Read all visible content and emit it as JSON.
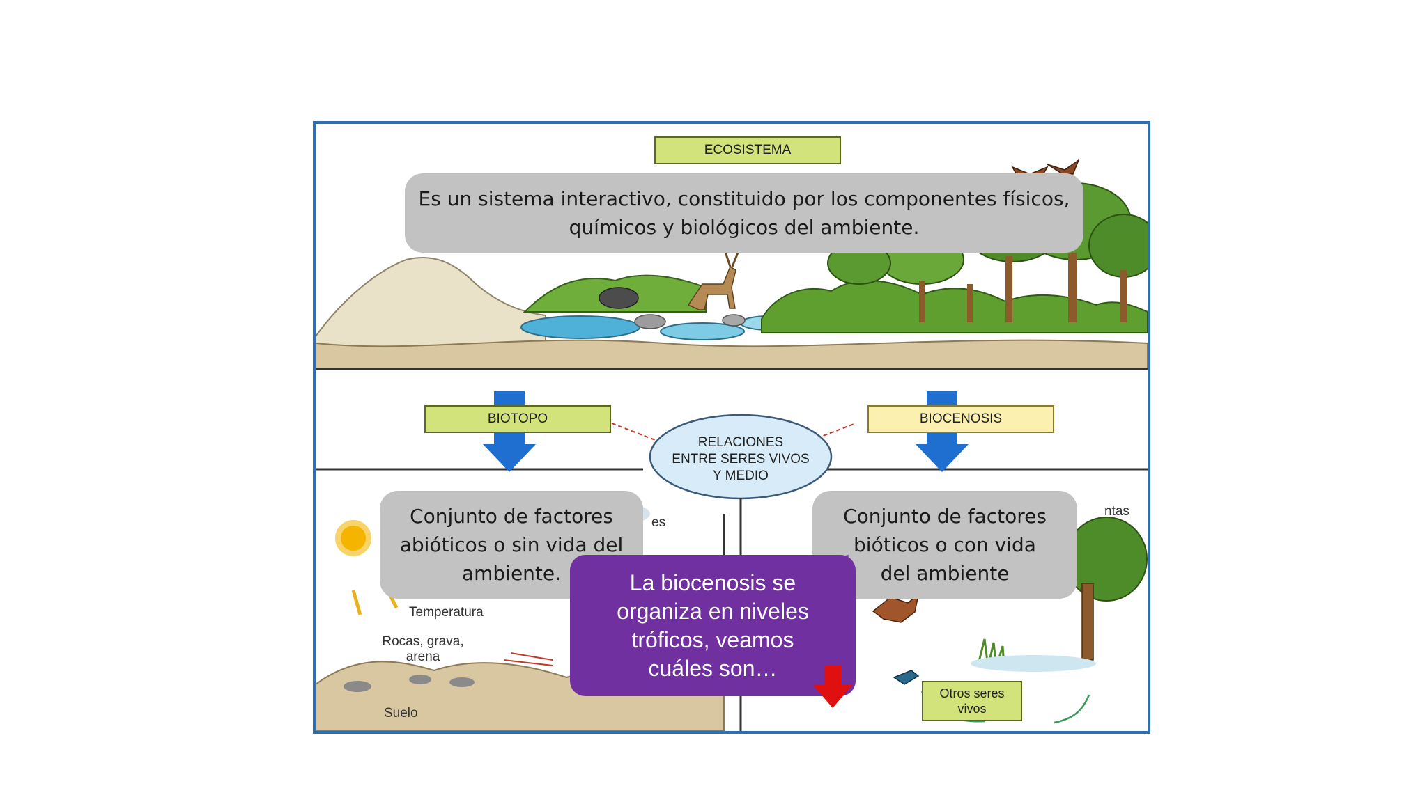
{
  "diagram": {
    "ecosistema_label": "ECOSISTEMA",
    "biotopo_label": "BIOTOPO",
    "biocenosis_label": "BIOCENOSIS",
    "relaciones_line1": "RELACIONES",
    "relaciones_line2": "ENTRE SERES VIVOS",
    "relaciones_line3": "Y MEDIO",
    "temperatura_label": "Temperatura",
    "rocas_line1": "Rocas, grava,",
    "rocas_line2": "arena",
    "suelo_label": "Suelo",
    "partial_es": "es",
    "partial_ntas": "ntas",
    "otros_line1": "Otros seres",
    "otros_line2": "vivos"
  },
  "callouts": {
    "ecosistema_line1": "Es un sistema interactivo, constituido por los componentes físicos,",
    "ecosistema_line2": "químicos y biológicos del ambiente.",
    "biotopo_line1": "Conjunto de factores",
    "biotopo_line2": "abióticos o sin vida del",
    "biotopo_line3": "ambiente.",
    "biocenosis_line1": "Conjunto de factores",
    "biocenosis_line2": "bióticos o con vida",
    "biocenosis_line3": "del ambiente",
    "purple_line1": "La biocenosis se",
    "purple_line2": "organiza en niveles",
    "purple_line3": "tróficos, veamos",
    "purple_line4": "cuáles son…"
  },
  "colors": {
    "frame_border": "#2d6fb6",
    "label_green": "#d3e37c",
    "label_yellow": "#fbf0b0",
    "callout_gray": "#c2c2c2",
    "callout_purple": "#7030a0",
    "arrow_blue": "#1f6fd0",
    "arrow_red": "#e01010"
  }
}
